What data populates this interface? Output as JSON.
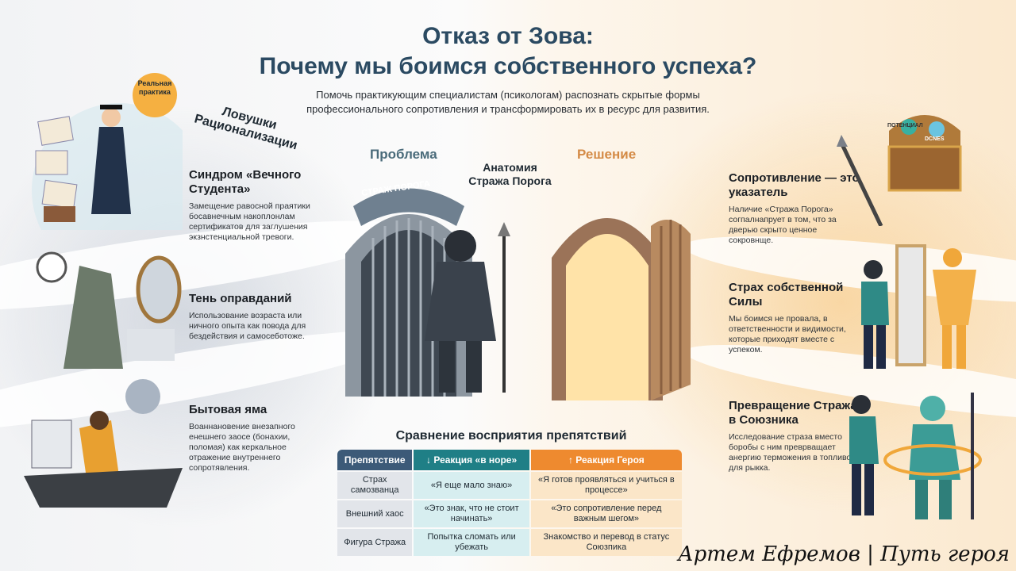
{
  "title": {
    "line1": "Отказ от Зова:",
    "line2": "Почему мы боимся собственного успеха?"
  },
  "subtitle": {
    "line1": "Помочь практикующим специалистам (псикологам) распознать скрытые формы",
    "line2": "профессионального сопротивления и трансформировать их в ресурс для развития."
  },
  "left": {
    "badge": "Реальная практика",
    "banner": {
      "line1": "Ловушки",
      "line2": "Рационализации"
    },
    "sections": [
      {
        "title": "Синдром «Вечного Студента»",
        "text": "Замещение равосной праятики босавнечным накоплонлам сертификатов для заглушения экзнстенциальной тревоги."
      },
      {
        "title": "Тень оправданий",
        "text": "Использование возраста или ничного опыта как повода для бездействия и самосеботоже."
      },
      {
        "title": "Бытовая яма",
        "text": "Воаннановение внезапного енешнего заосе (бонахии, поломая) как керкальное отражение внутреннего сопротявления."
      }
    ]
  },
  "center": {
    "problem": "Проблема",
    "solution": "Решение",
    "anatomy": {
      "line1": "Анатомия",
      "line2": "Стража Порога"
    },
    "gate_sign": "СТРАЖ ПОРОГА"
  },
  "right": {
    "chest_labels": [
      "ПОТЕНЦИАЛ",
      "DCNES"
    ],
    "sections": [
      {
        "title": "Сопротивление — это указатель",
        "text": "Наличие «Стража Порога» согпалнапрует в том, что за дверью скрыто ценное сокровнще."
      },
      {
        "title": "Страх собственной Силы",
        "text": "Мы боимся не провала, в ответственности и видимости, которые приходят вместе с успеком."
      },
      {
        "title": "Превращение Стража в Союзника",
        "text": "Исследование страза вместо боробы с ним преврващает анергию терможения в топливо для рыкка."
      }
    ]
  },
  "table": {
    "title": "Сравнение восприятия препятствий",
    "headers": [
      "Препятствие",
      "↓ Реакция «в норе»",
      "↑ Реакция Героя"
    ],
    "rows": [
      [
        "Страх самозванца",
        "«Я еще мало знаю»",
        "«Я готов проявляться и учиться в процессе»"
      ],
      [
        "Внешний хаос",
        "«Это знак, что не стоит начинать»",
        "«Это сопротивление перед важным шегом»"
      ],
      [
        "Фигура Стража",
        "Попытка сломать или убежать",
        "Знакомство и перевод в статус Союзпика"
      ]
    ],
    "colors": {
      "col1": "#3c5a78",
      "col2": "#1f7f86",
      "col3": "#ee8a2f"
    }
  },
  "signature": "Артем Ефремов | Путь героя"
}
